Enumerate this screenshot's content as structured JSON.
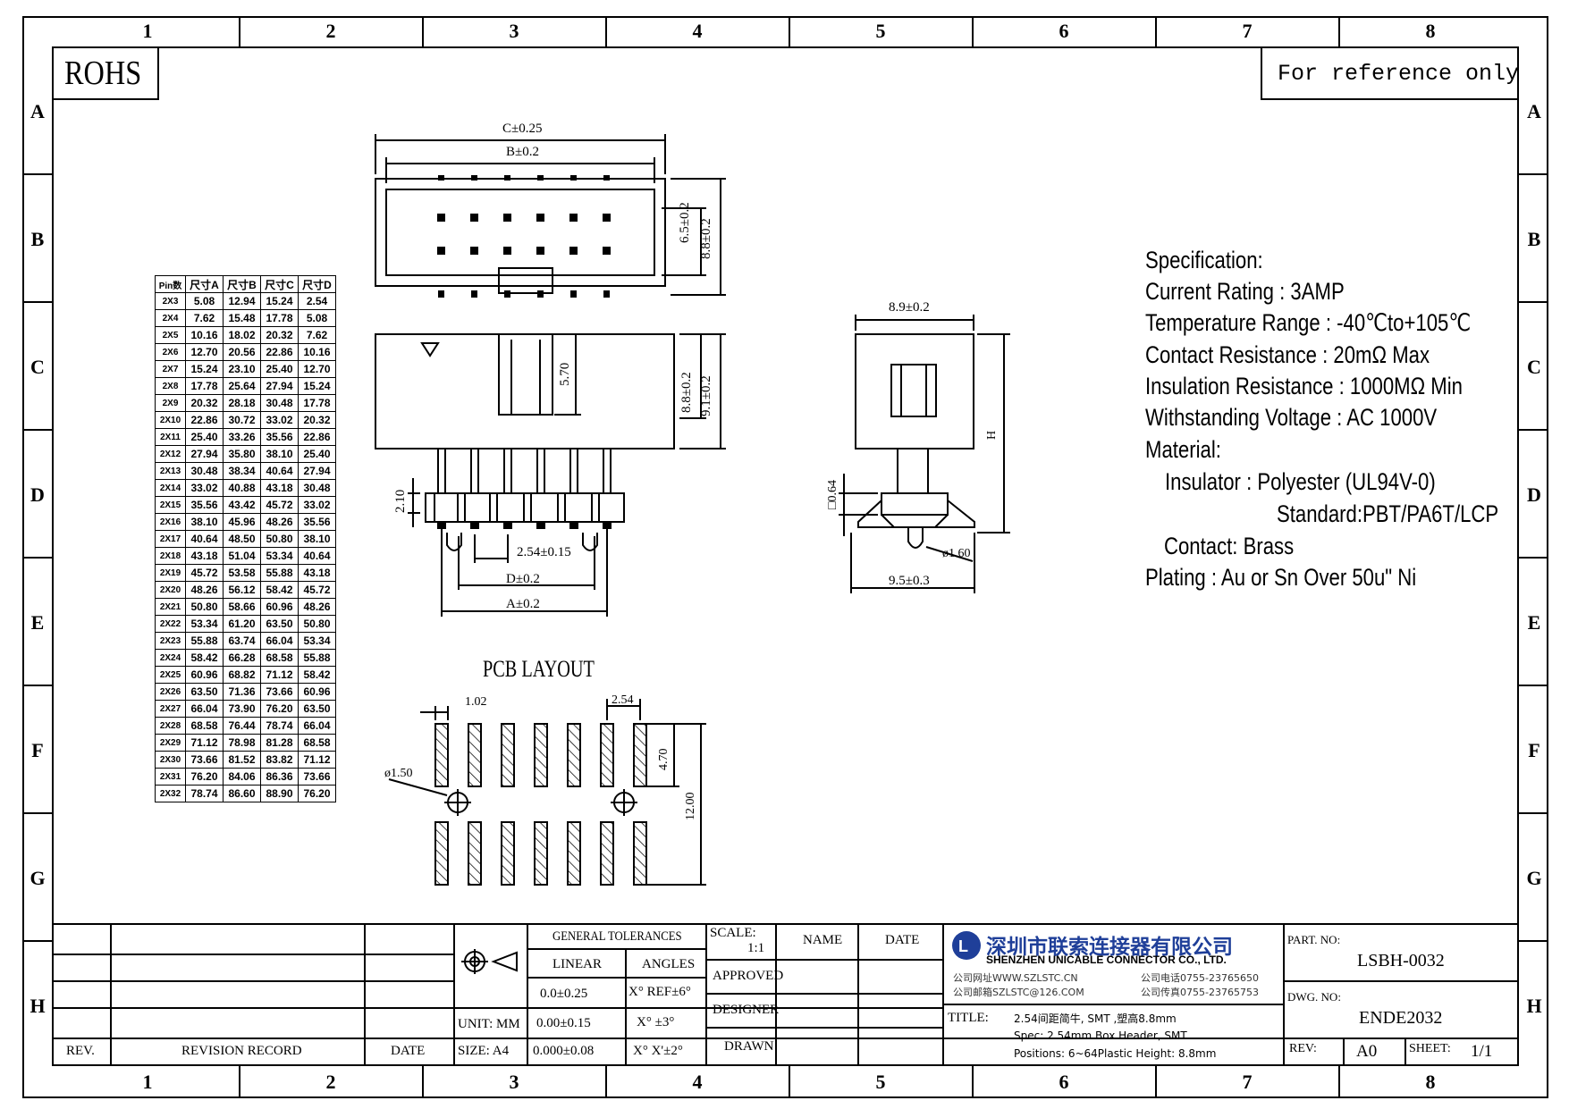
{
  "zones": {
    "cols": [
      "1",
      "2",
      "3",
      "4",
      "5",
      "6",
      "7",
      "8"
    ],
    "rows": [
      "A",
      "B",
      "C",
      "D",
      "E",
      "F",
      "G",
      "H"
    ]
  },
  "labels": {
    "rohs": "ROHS",
    "reference": "For reference only",
    "pcb_layout": "PCB LAYOUT"
  },
  "dimensions": {
    "c": "C±0.25",
    "b": "B±0.2",
    "h65": "6.5±0.2",
    "h88a": "8.8±0.2",
    "h88b": "8.8±0.2",
    "h91": "9.1±0.2",
    "d570": "5.70",
    "d210": "2.10",
    "pitch": "2.54±0.15",
    "d": "D±0.2",
    "a": "A±0.2",
    "w89": "8.9±0.2",
    "h": "H",
    "d064": "□0.64",
    "dia160": "ø1.60",
    "w95": "9.5±0.3",
    "pad_w": "1.02",
    "pad_pitch": "2.54",
    "dia150": "ø1.50",
    "pad_h": "4.70",
    "pcb_h": "12.00"
  },
  "spec": {
    "title": "Specification:",
    "current": "Current Rating : 3AMP",
    "temp": "Temperature Range : -40℃to+105℃",
    "contact_res": "Contact Resistance : 20mΩ Max",
    "insul_res": "Insulation Resistance : 1000MΩ Min",
    "voltage": "Withstanding Voltage : AC 1000V",
    "material": "Material:",
    "insulator": "Insulator : Polyester (UL94V-0)",
    "standard": "Standard:PBT/PA6T/LCP",
    "contact": "Contact: Brass",
    "plating": "Plating : Au or Sn Over 50u\" Ni"
  },
  "table": {
    "headers": [
      "Pin数",
      "尺寸A",
      "尺寸B",
      "尺寸C",
      "尺寸D"
    ],
    "rows": [
      [
        "2X3",
        "5.08",
        "12.94",
        "15.24",
        "2.54"
      ],
      [
        "2X4",
        "7.62",
        "15.48",
        "17.78",
        "5.08"
      ],
      [
        "2X5",
        "10.16",
        "18.02",
        "20.32",
        "7.62"
      ],
      [
        "2X6",
        "12.70",
        "20.56",
        "22.86",
        "10.16"
      ],
      [
        "2X7",
        "15.24",
        "23.10",
        "25.40",
        "12.70"
      ],
      [
        "2X8",
        "17.78",
        "25.64",
        "27.94",
        "15.24"
      ],
      [
        "2X9",
        "20.32",
        "28.18",
        "30.48",
        "17.78"
      ],
      [
        "2X10",
        "22.86",
        "30.72",
        "33.02",
        "20.32"
      ],
      [
        "2X11",
        "25.40",
        "33.26",
        "35.56",
        "22.86"
      ],
      [
        "2X12",
        "27.94",
        "35.80",
        "38.10",
        "25.40"
      ],
      [
        "2X13",
        "30.48",
        "38.34",
        "40.64",
        "27.94"
      ],
      [
        "2X14",
        "33.02",
        "40.88",
        "43.18",
        "30.48"
      ],
      [
        "2X15",
        "35.56",
        "43.42",
        "45.72",
        "33.02"
      ],
      [
        "2X16",
        "38.10",
        "45.96",
        "48.26",
        "35.56"
      ],
      [
        "2X17",
        "40.64",
        "48.50",
        "50.80",
        "38.10"
      ],
      [
        "2X18",
        "43.18",
        "51.04",
        "53.34",
        "40.64"
      ],
      [
        "2X19",
        "45.72",
        "53.58",
        "55.88",
        "43.18"
      ],
      [
        "2X20",
        "48.26",
        "56.12",
        "58.42",
        "45.72"
      ],
      [
        "2X21",
        "50.80",
        "58.66",
        "60.96",
        "48.26"
      ],
      [
        "2X22",
        "53.34",
        "61.20",
        "63.50",
        "50.80"
      ],
      [
        "2X23",
        "55.88",
        "63.74",
        "66.04",
        "53.34"
      ],
      [
        "2X24",
        "58.42",
        "66.28",
        "68.58",
        "55.88"
      ],
      [
        "2X25",
        "60.96",
        "68.82",
        "71.12",
        "58.42"
      ],
      [
        "2X26",
        "63.50",
        "71.36",
        "73.66",
        "60.96"
      ],
      [
        "2X27",
        "66.04",
        "73.90",
        "76.20",
        "63.50"
      ],
      [
        "2X28",
        "68.58",
        "76.44",
        "78.74",
        "66.04"
      ],
      [
        "2X29",
        "71.12",
        "78.98",
        "81.28",
        "68.58"
      ],
      [
        "2X30",
        "73.66",
        "81.52",
        "83.82",
        "71.12"
      ],
      [
        "2X31",
        "76.20",
        "84.06",
        "86.36",
        "73.66"
      ],
      [
        "2X32",
        "78.74",
        "86.60",
        "88.90",
        "76.20"
      ]
    ]
  },
  "title_block": {
    "rev": "REV.",
    "revision_record": "REVISION RECORD",
    "date": "DATE",
    "general_tol": "GENERAL TOLERANCES",
    "linear": "LINEAR",
    "angles": "ANGLES",
    "lin1": "0.0±0.25",
    "lin2": "0.00±0.15",
    "lin3": "0.000±0.08",
    "ang1": "X° REF±6°",
    "ang2": "X° ±3°",
    "ang3": "X° X'±2°",
    "unit": "UNIT: MM",
    "size": "SIZE: A4",
    "scale": "SCALE:",
    "scale_val": "1:1",
    "name": "NAME",
    "date2": "DATE",
    "approved": "APPROVED",
    "designer": "DESIGNER",
    "drawn": "DRAWN",
    "company_cn": "深圳市联索连接器有限公司",
    "company_en": "SHENZHEN UNICABLE CONNECTOR CO., LTD.",
    "web": "公司网址WWW.SZLSTC.CN",
    "email": "公司邮箱SZLSTC@126.COM",
    "tel": "公司电话0755-23765650",
    "fax": "公司传真0755-23765753",
    "title": "TITLE:",
    "title1": "2.54间距简牛, SMT ,塑高8.8mm",
    "title2": "Spec: 2.54mm Box Header, SMT",
    "title3": "Positions: 6~64Plastic Height: 8.8mm",
    "part_no_label": "PART. NO:",
    "part_no": "LSBH-0032",
    "dwg_no_label": "DWG. NO:",
    "dwg_no": "ENDE2032",
    "rev_label": "REV:",
    "rev_val": "A0",
    "sheet_label": "SHEET:",
    "sheet_val": "1/1"
  }
}
